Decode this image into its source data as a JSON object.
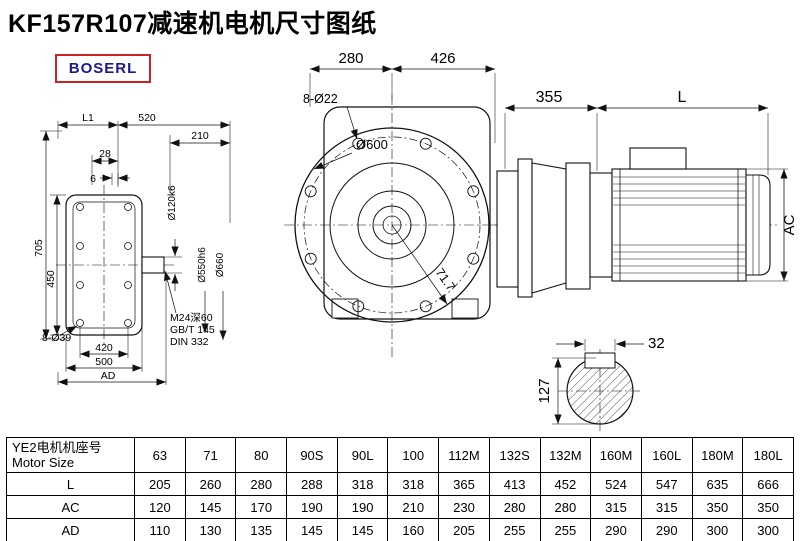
{
  "title": "KF157R107减速机电机尺寸图纸",
  "logo_text": "BOSERL",
  "colors": {
    "logo_border_red": "#cc2222",
    "logo_text_blue": "#1b1b8a",
    "line_black": "#111111"
  },
  "drawing": {
    "front_view": {
      "dim_left": "280",
      "dim_right": "426",
      "bolt_holes": "8-Ø22",
      "flange_dia": "Ø600",
      "slant_dim": "71.7"
    },
    "side_view": {
      "dim_gear_unit": "355",
      "dim_motor_len": "L",
      "dim_motor_ac": "AC"
    },
    "output_view": {
      "dim_l1": "L1",
      "dim_overall": "520",
      "dim_210": "210",
      "dim_28": "28",
      "dim_6": "6",
      "dim_705": "705",
      "dim_450": "450",
      "bolt_holes": "8-Ø39",
      "dim_420": "420",
      "dim_500": "500",
      "dim_ad": "AD",
      "shaft_dia": "Ø120k6",
      "spigot_dia": "Ø550h6",
      "flange_dia": "Ø660",
      "tap_note": "M24深60",
      "std_gb": "GB/T 145",
      "std_din": "DIN 332"
    },
    "shaft_section": {
      "key_width": "32",
      "dia": "127"
    }
  },
  "table": {
    "header_cn": "YE2电机机座号",
    "header_en": "Motor Size",
    "sizes": [
      "63",
      "71",
      "80",
      "90S",
      "90L",
      "100",
      "112M",
      "132S",
      "132M",
      "160M",
      "160L",
      "180M",
      "180L"
    ],
    "rows": [
      {
        "label": "L",
        "values": [
          "205",
          "260",
          "280",
          "288",
          "318",
          "318",
          "365",
          "413",
          "452",
          "524",
          "547",
          "635",
          "666"
        ]
      },
      {
        "label": "AC",
        "values": [
          "120",
          "145",
          "170",
          "190",
          "190",
          "210",
          "230",
          "280",
          "280",
          "315",
          "315",
          "350",
          "350"
        ]
      },
      {
        "label": "AD",
        "values": [
          "110",
          "130",
          "135",
          "145",
          "145",
          "160",
          "205",
          "255",
          "255",
          "290",
          "290",
          "300",
          "300"
        ]
      }
    ]
  }
}
